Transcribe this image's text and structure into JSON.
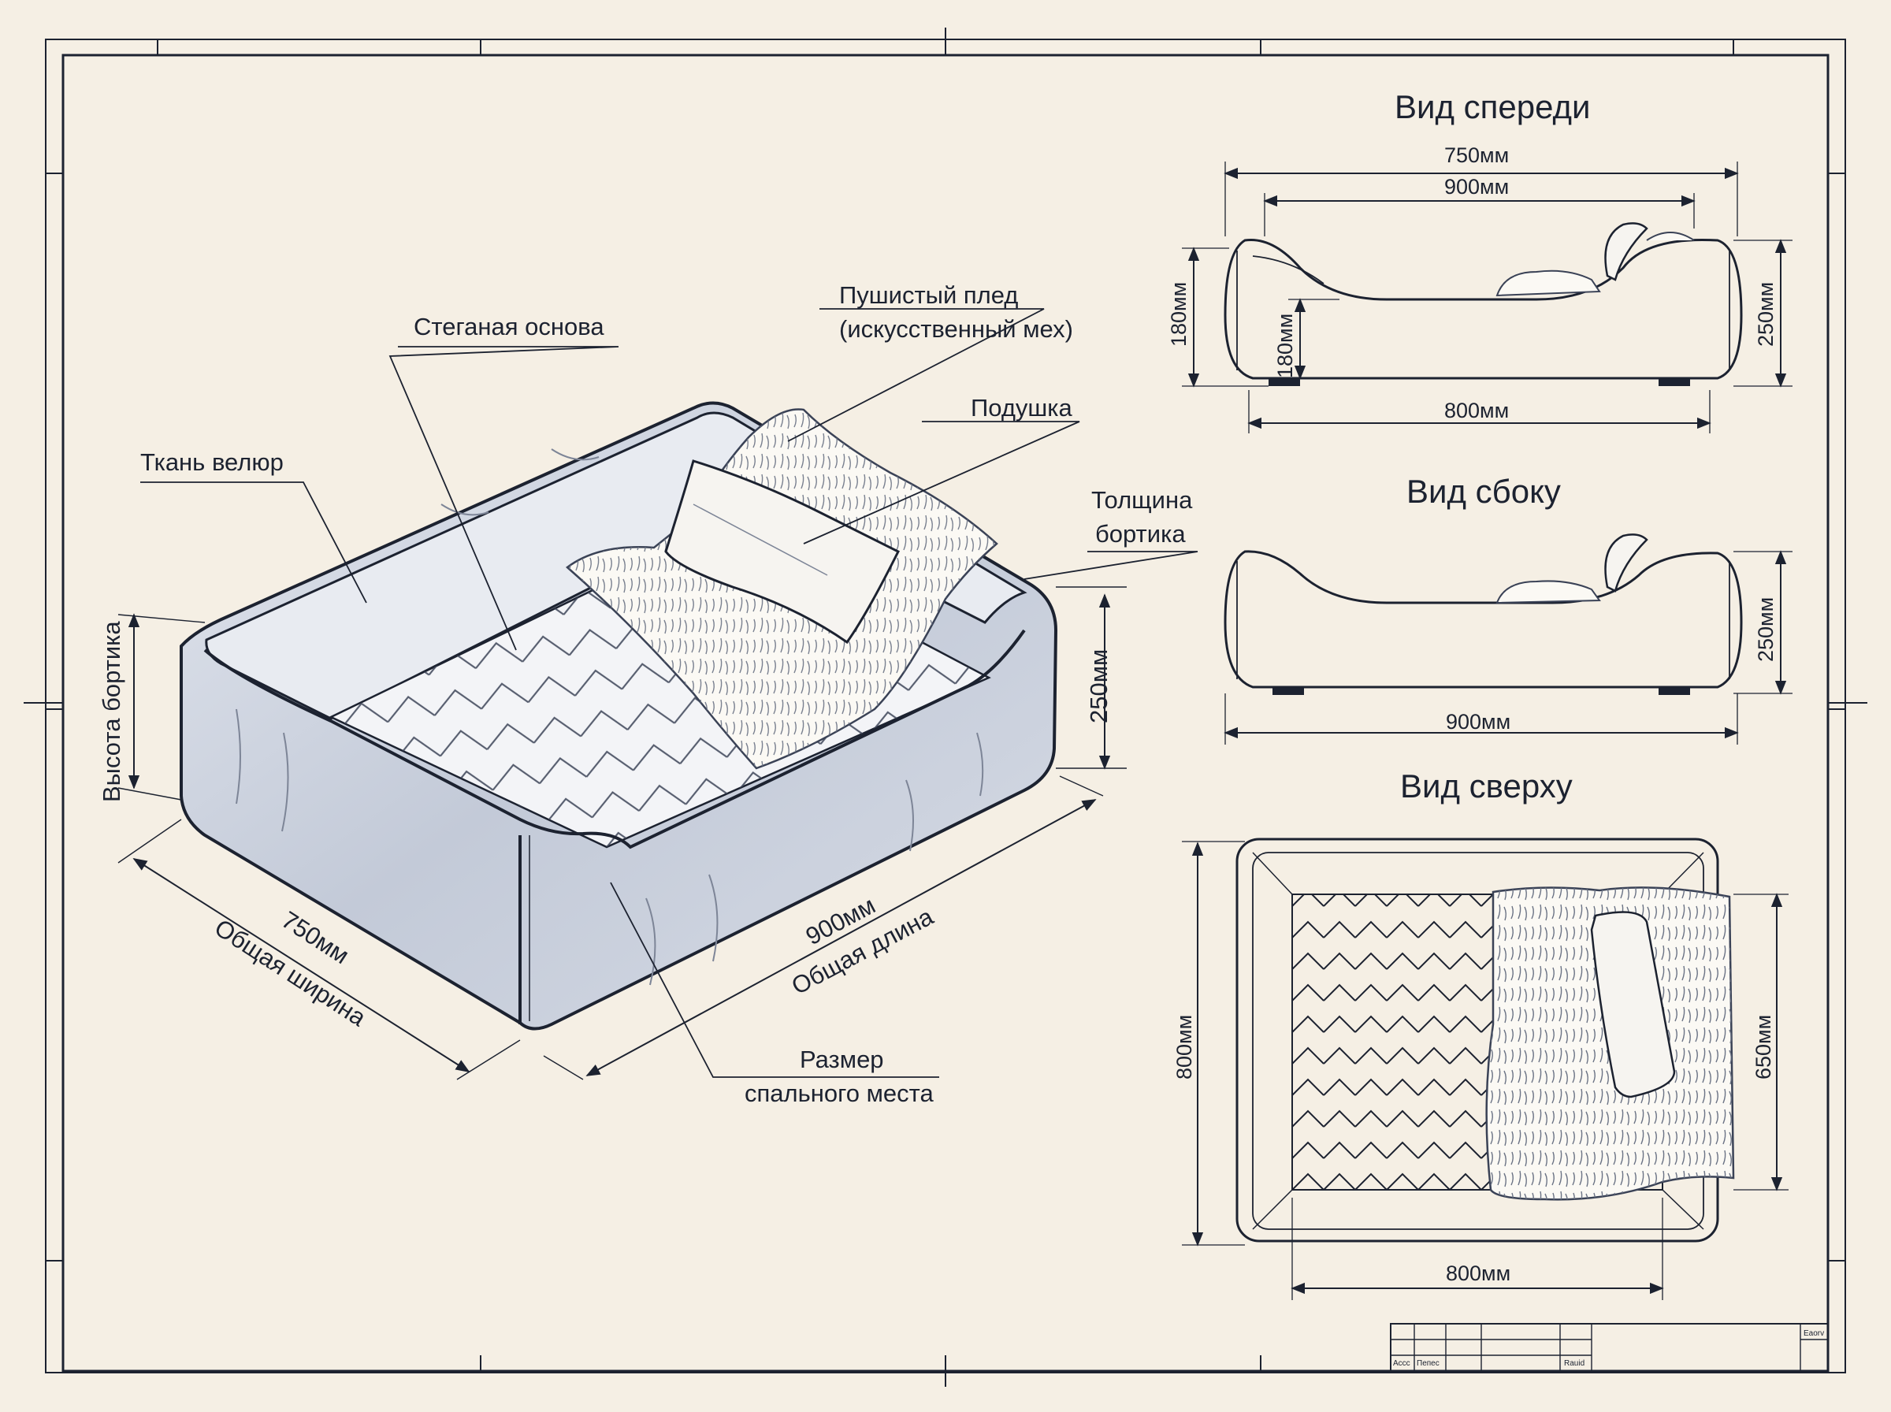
{
  "labels": {
    "fabric": "Ткань велюр",
    "quilted_base": "Стеганая основа",
    "plaid_line1": "Пушистый плед",
    "plaid_line2": "(искусственный мех)",
    "pillow": "Подушка",
    "wall_thickness_line1": "Толщина",
    "wall_thickness_line2": "бортика",
    "wall_height": "Высота бортика",
    "sleep_size_line1": "Размер",
    "sleep_size_line2": "спального места",
    "height_250": "250мм",
    "width_value": "750мм",
    "width_caption": "Общая ширина",
    "length_value": "900мм",
    "length_caption": "Общая длина"
  },
  "front_view": {
    "title": "Вид спереди",
    "dim_top_outer": "750мм",
    "dim_top_inner": "900мм",
    "dim_left_outer": "180мм",
    "dim_left_inner": "180мм",
    "dim_right": "250мм",
    "dim_bottom": "800мм"
  },
  "side_view": {
    "title": "Вид сбоку",
    "dim_right": "250мм",
    "dim_bottom": "900мм"
  },
  "top_view": {
    "title": "Вид сверху",
    "dim_left": "800мм",
    "dim_right": "650мм",
    "dim_bottom": "800мм"
  },
  "title_block": {
    "cell_a": "Accc",
    "cell_b": "Пепес",
    "cell_c": "Rauid",
    "cell_d": "Eaorv"
  },
  "colors": {
    "ink": "#1c2230",
    "paper": "#f5efe4",
    "fabric_fill": "#c9cfdc",
    "fabric_light": "#dfe3ec",
    "fur": "#fbf9f4"
  }
}
